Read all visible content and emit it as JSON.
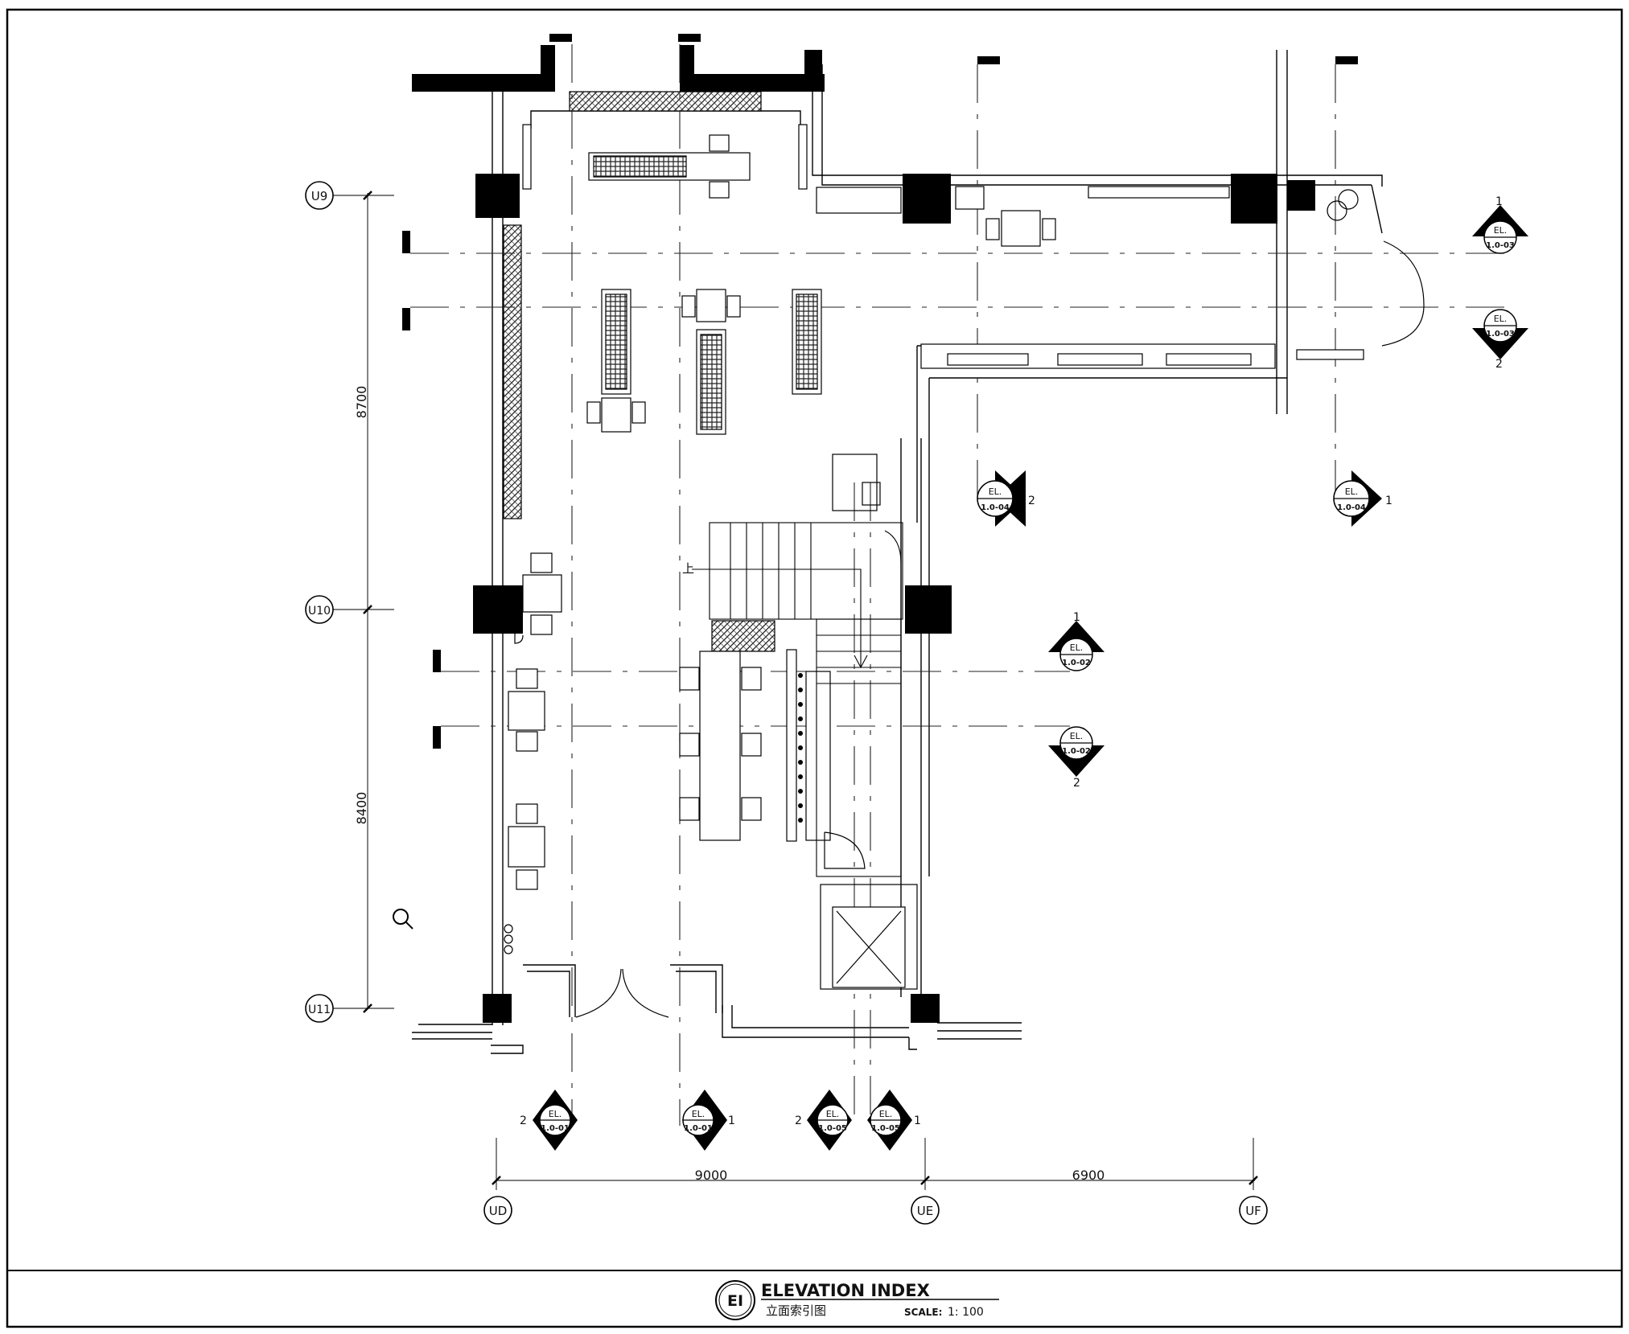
{
  "grid_lines": {
    "rows": [
      "U9",
      "U10",
      "U11"
    ],
    "columns": [
      "UD",
      "UE",
      "UF"
    ]
  },
  "dimensions": {
    "vertical": [
      "8700",
      "8400"
    ],
    "horizontal": [
      "9000",
      "6900"
    ]
  },
  "elevation_tags": [
    {
      "ref": "EL.",
      "sheet": "1.0-01",
      "number": "2"
    },
    {
      "ref": "EL.",
      "sheet": "1.0-01",
      "number": "1"
    },
    {
      "ref": "EL.",
      "sheet": "1.0-05",
      "number": "2"
    },
    {
      "ref": "EL.",
      "sheet": "1.0-05",
      "number": "1"
    },
    {
      "ref": "EL.",
      "sheet": "1.0-02",
      "number": "1"
    },
    {
      "ref": "EL.",
      "sheet": "1.0-02",
      "number": "2"
    },
    {
      "ref": "EL.",
      "sheet": "1.0-03",
      "number": "1"
    },
    {
      "ref": "EL.",
      "sheet": "1.0-03",
      "number": "2"
    },
    {
      "ref": "EL.",
      "sheet": "1.0-04",
      "number": "2"
    },
    {
      "ref": "EL.",
      "sheet": "1.0-04",
      "number": "1"
    }
  ],
  "stair_label": "上",
  "title_block": {
    "badge": "EI",
    "title": "ELEVATION INDEX",
    "subtitle": "立面索引图",
    "scale_label": "SCALE:",
    "scale_value": "1: 100"
  }
}
